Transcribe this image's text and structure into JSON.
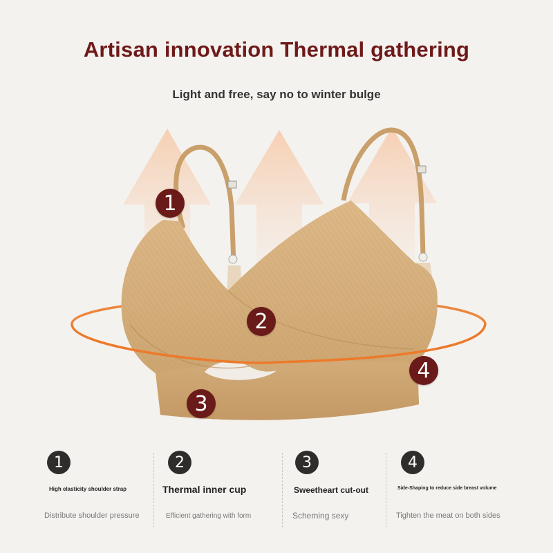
{
  "heading": {
    "title": "Artisan innovation Thermal gathering",
    "subtitle": "Light and free, say no to winter bulge"
  },
  "colors": {
    "title": "#6e1a1a",
    "badge": "#6b1a1a",
    "fabric": "#d8b27e",
    "ring": "#ec7a2a",
    "feature_number": "#2f2d2c"
  },
  "hero_badges": [
    "1",
    "2",
    "3",
    "4"
  ],
  "features": [
    {
      "number": "1",
      "title": "High elasticity shoulder strap",
      "desc": "Distribute shoulder pressure"
    },
    {
      "number": "2",
      "title": "Thermal inner cup",
      "desc": "Efficient gathering with form"
    },
    {
      "number": "3",
      "title": "Sweetheart cut-out",
      "desc": "Scheming sexy"
    },
    {
      "number": "4",
      "title": "Side-Shaping to reduce side breast volume",
      "desc": "Tighten the meat on both sides"
    }
  ]
}
